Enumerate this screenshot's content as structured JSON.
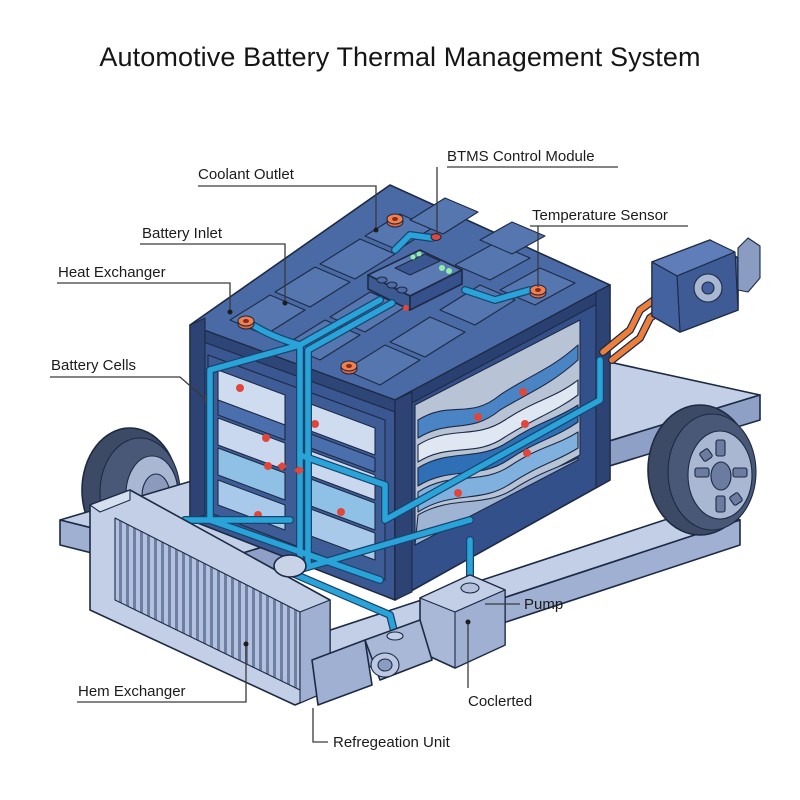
{
  "title": "Automotive Battery Thermal Management System",
  "labels": {
    "coolant_outlet": "Coolant  Outlet",
    "btms_control_module": "BTMS Control Module",
    "battery_inlet": "Battery Inlet",
    "temperature_sensor": "Temperature Sensor",
    "heat_exchanger": "Heat Exchanger",
    "battery_cells": "Battery Cells",
    "pump": "Pump",
    "coclerted": "Coclerted",
    "hem_exchanger": "Hem Exchanger",
    "refregeation_unit": "Refregeation Unit"
  },
  "colors": {
    "battery_body": "#3f5f99",
    "battery_dark": "#2e4677",
    "battery_top": "#4f6fa8",
    "coolant_pipe": "#2aa3d8",
    "hot_pipe": "#ee7f3b",
    "sensor_red": "#e2463a",
    "chassis": "#a9b8d6",
    "tire": "#3d4a66",
    "led_green": "#8ef0a8"
  }
}
